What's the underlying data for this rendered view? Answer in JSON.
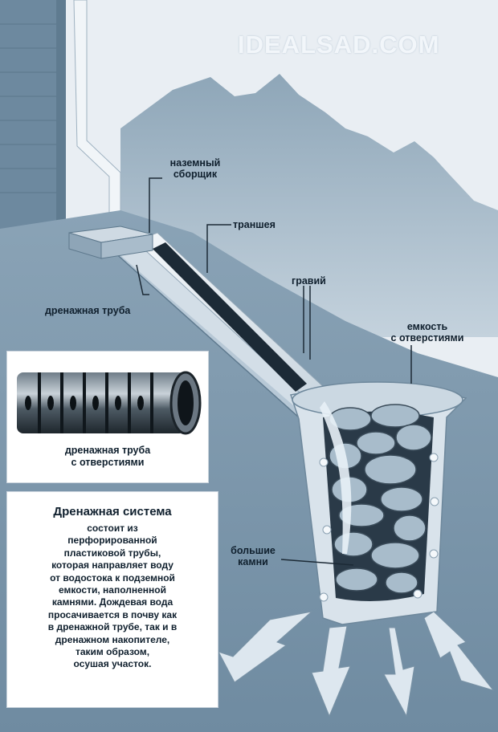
{
  "watermark": "IDEALSAD.COM",
  "labels": {
    "ground_collector": "наземный\nсборщик",
    "trench": "траншея",
    "gravel": "гравий",
    "drain_pipe": "дренажная труба",
    "container": "емкость\nс отверстиями",
    "big_stones": "большие\nкамни"
  },
  "inset": {
    "caption": "дренажная труба\nс отверстиями"
  },
  "description": {
    "title": "Дренажная система",
    "body": "состоит из\nперфорированной\nпластиковой трубы,\nкоторая направляет воду\nот водостока к подземной\nемкости, наполненной\nкамнями. Дождевая вода\nпросачивается в почву как\nв дренажной  трубе, так и в\nдренажном накопителе,\nтаким образом,\nосушая участок."
  },
  "colors": {
    "sky": "#e9eef3",
    "mountains": "#a9bccb",
    "ground": "#7f9aae",
    "trench": "#b7c8d6",
    "pipe_dark": "#1c2a36",
    "stones": "#a8bccb",
    "text": "#10202e"
  }
}
